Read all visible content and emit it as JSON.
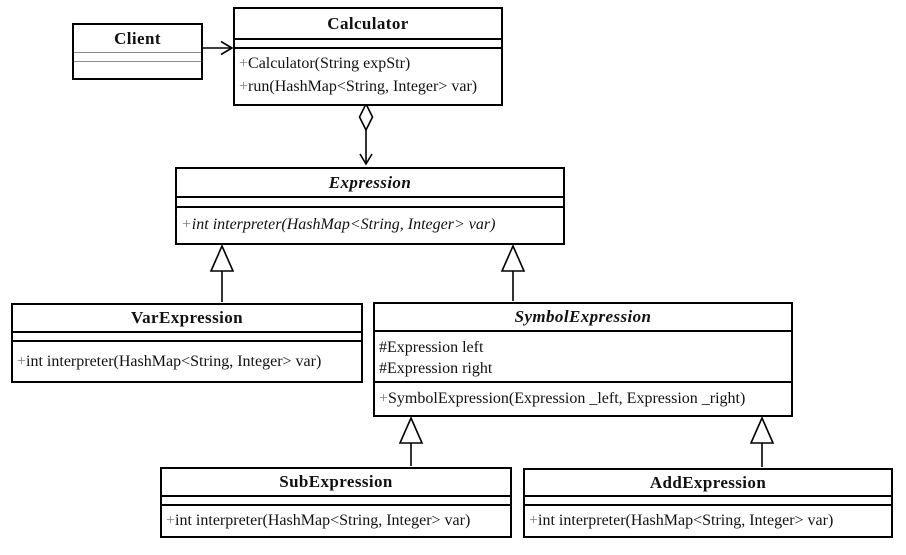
{
  "colors": {
    "stroke": "#000000",
    "text": "#111111",
    "visibility-plus": "#7f7f7f",
    "client-divider": "#8a8a8a",
    "background": "#ffffff"
  },
  "classes": {
    "client": {
      "name": "Client"
    },
    "calculator": {
      "name": "Calculator",
      "methods": [
        {
          "vis": "+",
          "text": "Calculator(String expStr)"
        },
        {
          "vis": "+",
          "text": "run(HashMap<String, Integer> var)"
        }
      ]
    },
    "expression": {
      "name": "Expression",
      "methods": [
        {
          "vis": "+",
          "text": "int interpreter(HashMap<String, Integer> var)"
        }
      ]
    },
    "var_expression": {
      "name": "VarExpression",
      "methods": [
        {
          "vis": "+",
          "text": "int interpreter(HashMap<String, Integer> var)"
        }
      ]
    },
    "symbol_expression": {
      "name": "SymbolExpression",
      "attributes": [
        {
          "vis": "#",
          "text": "Expression left"
        },
        {
          "vis": "#",
          "text": "Expression right"
        }
      ],
      "methods": [
        {
          "vis": "+",
          "text": "SymbolExpression(Expression _left, Expression _right)"
        }
      ]
    },
    "sub_expression": {
      "name": "SubExpression",
      "methods": [
        {
          "vis": "+",
          "text": "int interpreter(HashMap<String, Integer> var)"
        }
      ]
    },
    "add_expression": {
      "name": "AddExpression",
      "methods": [
        {
          "vis": "+",
          "text": "int interpreter(HashMap<String, Integer> var)"
        }
      ]
    }
  },
  "relationships": [
    {
      "type": "association",
      "from": "Client",
      "to": "Calculator"
    },
    {
      "type": "aggregation",
      "from": "Calculator",
      "to": "Expression"
    },
    {
      "type": "generalization",
      "from": "VarExpression",
      "to": "Expression"
    },
    {
      "type": "generalization",
      "from": "SymbolExpression",
      "to": "Expression"
    },
    {
      "type": "generalization",
      "from": "SubExpression",
      "to": "SymbolExpression"
    },
    {
      "type": "generalization",
      "from": "AddExpression",
      "to": "SymbolExpression"
    }
  ]
}
